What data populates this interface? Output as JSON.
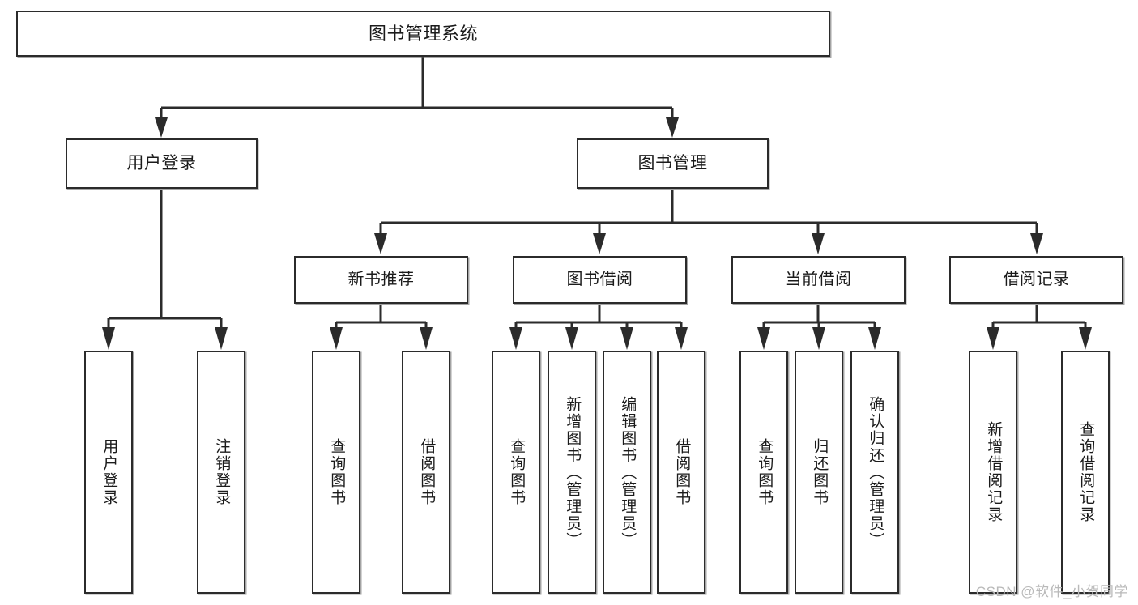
{
  "diagram": {
    "type": "tree-hierarchy-diagram",
    "title": "图书管理系统",
    "orientation": "top-down",
    "colors": {
      "box_border": "#2b2b2b",
      "box_fill": "#ffffff",
      "connector": "#2b2b2b",
      "text": "#1b1b1b",
      "watermark": "#b9b9b9",
      "background": "#ffffff"
    },
    "root": {
      "label": "图书管理系统"
    },
    "level2": [
      {
        "label": "用户登录"
      },
      {
        "label": "图书管理"
      }
    ],
    "level3": [
      {
        "label": "新书推荐"
      },
      {
        "label": "图书借阅"
      },
      {
        "label": "当前借阅"
      },
      {
        "label": "借阅记录"
      }
    ],
    "leaves": {
      "user_login": [
        {
          "label": "用户登录"
        },
        {
          "label": "注销登录"
        }
      ],
      "new_book_recommend": [
        {
          "label": "查询图书"
        },
        {
          "label": "借阅图书"
        }
      ],
      "book_borrow": [
        {
          "label": "查询图书"
        },
        {
          "label": "新增图书（管理员）"
        },
        {
          "label": "编辑图书（管理员）"
        },
        {
          "label": "借阅图书"
        }
      ],
      "current_borrow": [
        {
          "label": "查询图书"
        },
        {
          "label": "归还图书"
        },
        {
          "label": "确认归还（管理员）"
        }
      ],
      "borrow_record": [
        {
          "label": "新增借阅记录"
        },
        {
          "label": "查询借阅记录"
        }
      ]
    },
    "watermark": "CSDN @软件_小贺同学"
  }
}
